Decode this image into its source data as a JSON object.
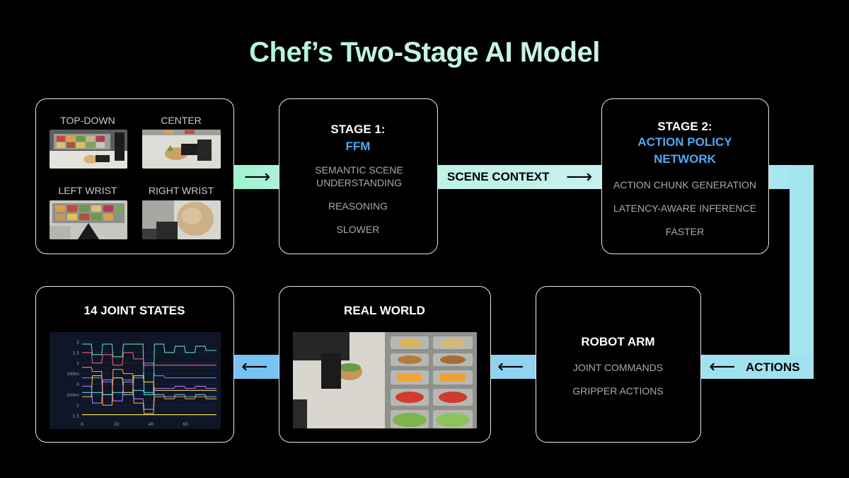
{
  "title": "Chef’s Two-Stage AI Model",
  "cameras": {
    "top_down": "TOP-DOWN",
    "center": "CENTER",
    "left_wrist": "LEFT WRIST",
    "right_wrist": "RIGHT WRIST"
  },
  "stage1": {
    "heading": "STAGE 1:",
    "name": "FFM",
    "items": [
      "SEMANTIC SCENE UNDERSTANDING",
      "REASONING",
      "SLOWER"
    ]
  },
  "scene_context": "SCENE CONTEXT",
  "stage2": {
    "heading": "STAGE 2:",
    "name_line1": "ACTION POLICY",
    "name_line2": "NETWORK",
    "items": [
      "ACTION CHUNK GENERATION",
      "LATENCY-AWARE INFERENCE",
      "FASTER"
    ]
  },
  "actions": "ACTIONS",
  "robot_arm": {
    "heading": "ROBOT ARM",
    "items": [
      "JOINT COMMANDS",
      "GRIPPER ACTIONS"
    ]
  },
  "real_world": {
    "heading": "REAL WORLD"
  },
  "joint_states": {
    "heading": "14 JOINT STATES"
  },
  "chart_data": {
    "type": "line",
    "title": "",
    "xlabel": "",
    "ylabel": "",
    "xlim": [
      0,
      78
    ],
    "ylim": [
      -1.5,
      2
    ],
    "xticks": [
      0,
      20,
      40,
      60
    ],
    "yticks": [
      "2",
      "1.5",
      "1",
      "500m",
      "0",
      "-500m",
      "-1",
      "-1.5"
    ],
    "x": [
      0,
      6,
      12,
      18,
      24,
      30,
      36,
      42,
      48,
      54,
      60,
      66,
      72
    ],
    "series": [
      {
        "color": "#66d9a6",
        "values": [
          1.9,
          1.4,
          1.9,
          1.3,
          1.9,
          1.9,
          -0.5,
          1.9,
          1.5,
          1.8,
          1.5,
          1.8,
          1.6
        ]
      },
      {
        "color": "#4f8ef7",
        "values": [
          0.3,
          0.3,
          0.1,
          0.3,
          0.2,
          0.3,
          1.0,
          0.4,
          0.3,
          0.3,
          0.3,
          0.3,
          0.3
        ]
      },
      {
        "color": "#f2c94c",
        "values": [
          -0.6,
          0.4,
          -0.5,
          0.3,
          -0.4,
          0.4,
          0.1,
          -0.3,
          -0.3,
          -0.3,
          -0.3,
          -0.3,
          -0.3
        ]
      },
      {
        "color": "#e85d75",
        "values": [
          1.5,
          1.0,
          1.4,
          0.9,
          1.5,
          1.2,
          0.9,
          0.9,
          0.9,
          0.9,
          0.9,
          0.9,
          0.9
        ]
      },
      {
        "color": "#b47cf2",
        "values": [
          -0.1,
          -0.9,
          0.2,
          -0.8,
          0.1,
          -0.7,
          -1.2,
          -0.2,
          -0.2,
          -0.1,
          -0.2,
          -0.1,
          -0.2
        ]
      },
      {
        "color": "#f2994a",
        "values": [
          0.8,
          0.6,
          -1.0,
          0.7,
          0.5,
          -0.9,
          -1.4,
          -0.6,
          -0.7,
          -0.6,
          -0.7,
          -0.6,
          -0.7
        ]
      },
      {
        "color": "#56ccf2",
        "values": [
          -0.4,
          -0.4,
          -0.5,
          -0.4,
          -0.5,
          -0.3,
          -0.4,
          -0.5,
          -0.6,
          -0.5,
          -0.6,
          -0.5,
          -0.6
        ]
      },
      {
        "color": "#f2e94c",
        "values": [
          -1.45,
          -1.45,
          -1.45,
          -1.45,
          -1.45,
          -1.45,
          -1.45,
          -1.45,
          -1.45,
          -1.45,
          -1.45,
          -1.45,
          -1.45
        ]
      }
    ]
  }
}
